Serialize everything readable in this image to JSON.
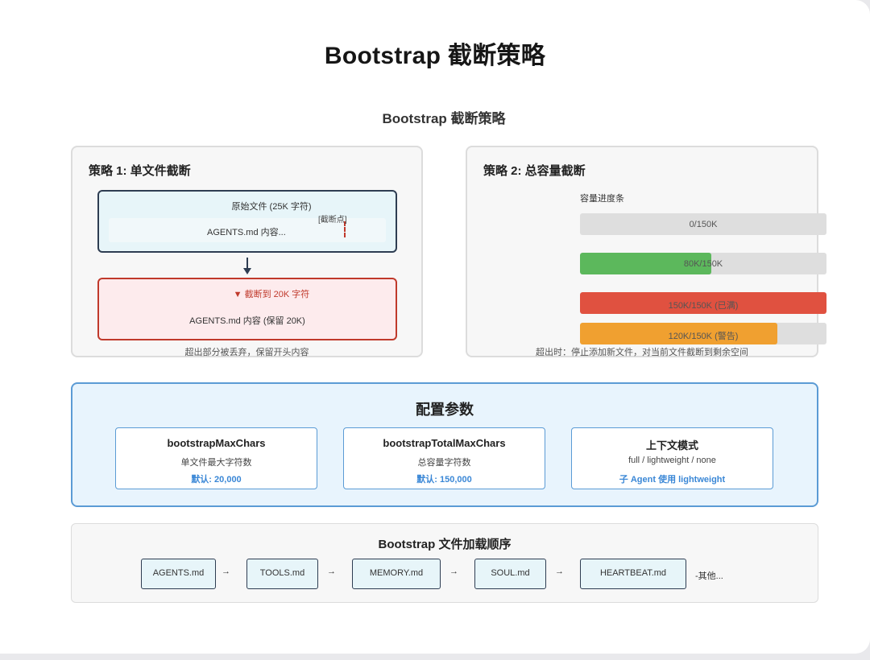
{
  "title": "Bootstrap 截断策略",
  "subtitle": "Bootstrap 截断策略",
  "strategy1": {
    "heading": "策略 1: 单文件截断",
    "original_label": "原始文件 (25K 字符)",
    "content": "AGENTS.md 内容...",
    "cut_label": "[截断点]",
    "truncate_label": "▼ 截断到 20K 字符",
    "truncated_content": "AGENTS.md 内容 (保留 20K)",
    "caption": "超出部分被丢弃，保留开头内容"
  },
  "strategy2": {
    "heading": "策略 2: 总容量截断",
    "bar_title": "容量进度条",
    "bars": [
      {
        "label": "0/150K",
        "fill": 0,
        "color": "#5cb85c"
      },
      {
        "label": "80K/150K",
        "fill": 0.533,
        "color": "#5cb85c"
      },
      {
        "label": "150K/150K (已满)",
        "fill": 1.0,
        "color": "#e05140"
      },
      {
        "label": "120K/150K (警告)",
        "fill": 0.8,
        "color": "#f0a030"
      }
    ],
    "caption": "超出时：停止添加新文件，对当前文件截断到剩余空间"
  },
  "config": {
    "title": "配置参数",
    "cards": [
      {
        "name": "bootstrapMaxChars",
        "desc": "单文件最大字符数",
        "default": "默认: 20,000"
      },
      {
        "name": "bootstrapTotalMaxChars",
        "desc": "总容量字符数",
        "default": "默认: 150,000"
      },
      {
        "name": "上下文模式",
        "desc": "full / lightweight / none",
        "default": "子 Agent 使用 lightweight"
      }
    ]
  },
  "load_order": {
    "title": "Bootstrap 文件加载顺序",
    "files": [
      "AGENTS.md",
      "TOOLS.md",
      "MEMORY.md",
      "SOUL.md",
      "HEARTBEAT.md"
    ],
    "arrow": "→",
    "etc": "-其他..."
  }
}
